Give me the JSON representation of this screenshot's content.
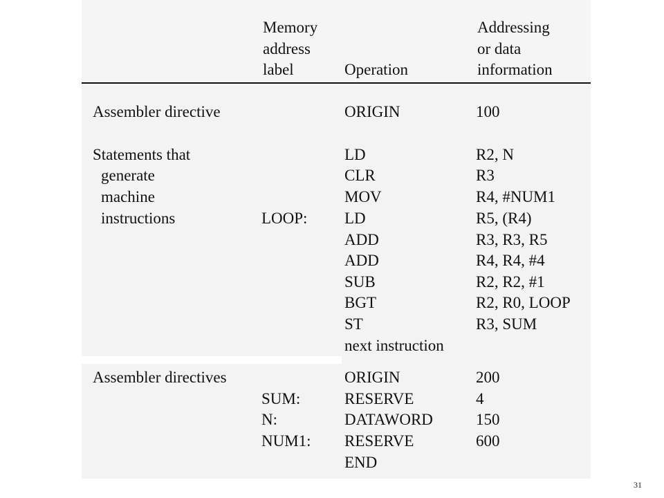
{
  "table": {
    "headers": {
      "label": [
        "Memory",
        "address",
        "label"
      ],
      "operation": [
        "Operation"
      ],
      "info": [
        "Addressing",
        "or data",
        "information"
      ]
    },
    "sections": [
      {
        "description": [
          "Assembler directive"
        ],
        "rows": [
          {
            "label": "",
            "op": "ORIGIN",
            "info": "100"
          }
        ]
      },
      {
        "description": [
          "Statements that",
          "generate",
          "machine",
          "instructions"
        ],
        "rows": [
          {
            "label": "",
            "op": "LD",
            "info": "R2, N"
          },
          {
            "label": "",
            "op": "CLR",
            "info": "R3"
          },
          {
            "label": "",
            "op": "MOV",
            "info": "R4, #NUM1"
          },
          {
            "label": "LOOP:",
            "op": "LD",
            "info": "R5, (R4)"
          },
          {
            "label": "",
            "op": "ADD",
            "info": "R3, R3, R5"
          },
          {
            "label": "",
            "op": "ADD",
            "info": "R4, R4, #4"
          },
          {
            "label": "",
            "op": "SUB",
            "info": "R2, R2, #1"
          },
          {
            "label": "",
            "op": "BGT",
            "info": "R2, R0, LOOP"
          },
          {
            "label": "",
            "op": "ST",
            "info": "R3, SUM"
          },
          {
            "label": "",
            "op": "next instruction",
            "info": ""
          }
        ]
      },
      {
        "description": [
          "Assembler directives"
        ],
        "rows": [
          {
            "label": "",
            "op": "ORIGIN",
            "info": "200"
          },
          {
            "label": "SUM:",
            "op": "RESERVE",
            "info": "4"
          },
          {
            "label": "N:",
            "op": "DATAWORD",
            "info": "150"
          },
          {
            "label": "NUM1:",
            "op": "RESERVE",
            "info": "600"
          },
          {
            "label": "",
            "op": "END",
            "info": ""
          }
        ]
      }
    ]
  },
  "page_number": "31"
}
